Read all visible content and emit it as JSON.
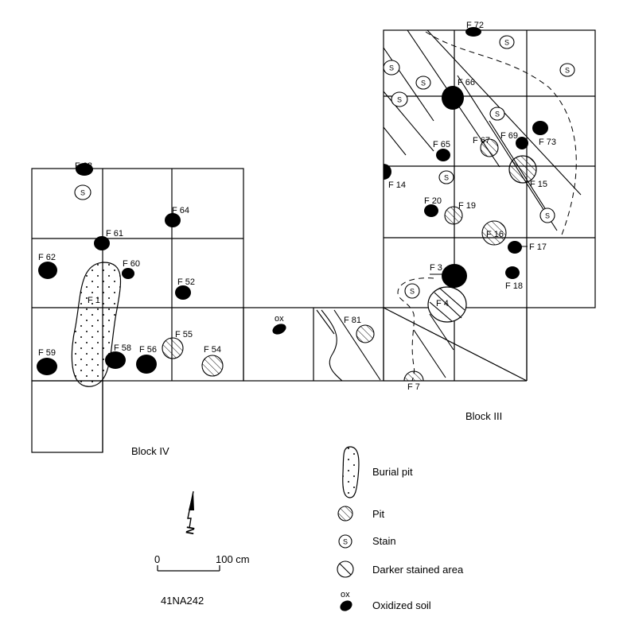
{
  "site": {
    "id": "41NA242",
    "block_iv_label": "Block IV",
    "block_iii_label": "Block III"
  },
  "scale": {
    "start": "0",
    "end": "100 cm"
  },
  "north": {
    "letter": "N"
  },
  "legend": {
    "burial_pit": "Burial pit",
    "pit": "Pit",
    "stain": "Stain",
    "darker_stained_area": "Darker stained area",
    "oxidized_soil": "Oxidized soil",
    "ox_tag": "ox",
    "stain_tag": "S"
  },
  "features": {
    "f1": "F 1",
    "f3": "F 3",
    "f4": "F 4",
    "f7": "F 7",
    "f14": "F 14",
    "f15": "F 15",
    "f16": "F 16",
    "f17": "F 17",
    "f18": "F 18",
    "f19": "F 19",
    "f20": "F 20",
    "f52": "F 52",
    "f54": "F 54",
    "f55": "F 55",
    "f56": "F 56",
    "f58": "F 58",
    "f59": "F 59",
    "f60": "F 60",
    "f61": "F 61",
    "f62": "F 62",
    "f63": "F 63",
    "f64": "F 64",
    "f65": "F 65",
    "f66": "F 66",
    "f67": "F 67",
    "f69": "F 69",
    "f72": "F 72",
    "f73": "F 73",
    "f81": "F 81",
    "ox_mid": "ox"
  }
}
